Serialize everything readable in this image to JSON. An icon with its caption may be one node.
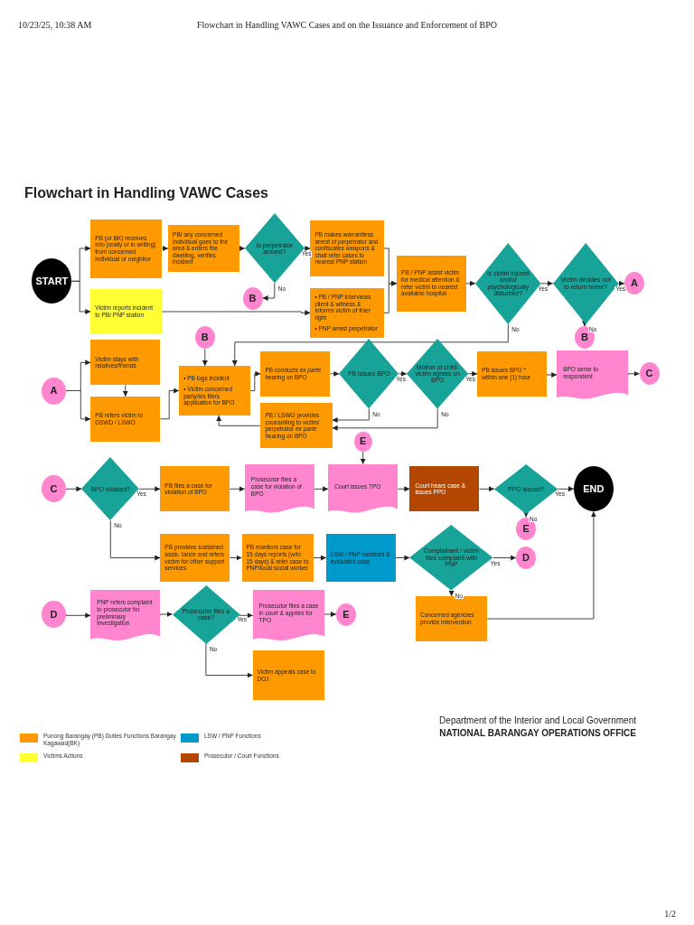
{
  "diagram": {
    "title": "Flowchart in Handling VAWC Cases",
    "nodes": [
      {
        "text": [
          "START"
        ]
      },
      {
        "text": [
          "PB (or BK) receives info (orally or in writing) from concerned individual or neighbor"
        ]
      },
      {
        "text": [
          "PB/ any concerned individual goes to the area & enters the dwelling, verifies incident"
        ]
      },
      {
        "text": [
          "Is perpetrator around?"
        ]
      },
      {
        "text": [
          "B"
        ]
      },
      {
        "text": [
          "Victim reports incident to PB/ PNP station"
        ]
      },
      {
        "text": [
          "PB makes warrantless arrest of perpetrator and confiscates weapons & shall refer cases to nearest PNP station"
        ]
      },
      {
        "text": [
          "• PB / PNP interviews client & witness & informs victim of thier right",
          "• PNP arrest perpetrator"
        ]
      },
      {
        "text": [
          "PB / PNP assist victim for medical attention & refer victim to nearest available hospital"
        ]
      },
      {
        "text": [
          "Is victim injured and/or psychologically disturbed?"
        ]
      },
      {
        "text": [
          "Victim decides not to return home?"
        ]
      },
      {
        "text": [
          "A"
        ]
      },
      {
        "text": [
          "B"
        ]
      },
      {
        "text": [
          "A"
        ]
      },
      {
        "text": [
          "Victim stays with relatives/friends"
        ]
      },
      {
        "text": [
          "PB refers victim to DSWD / LSWO"
        ]
      },
      {
        "text": [
          "B"
        ]
      },
      {
        "text": [
          "• PB logs incident",
          "• Victim concerned party/ies file/s application for BPO"
        ]
      },
      {
        "text": [
          "PB conducts *ex parte* hearing on BPO"
        ]
      },
      {
        "text": [
          "PB / LSWO provides counselling to victim/ perpetrator *ex parte* hearing on BPO"
        ]
      },
      {
        "text": [
          "PB issues BPO"
        ]
      },
      {
        "text": [
          "Mother of child-victim agrees on BPO"
        ]
      },
      {
        "text": [
          "PB issues BPO * within one (1) hour"
        ]
      },
      {
        "text": [
          "BPO serve to respondent"
        ]
      },
      {
        "text": [
          "C"
        ]
      },
      {
        "text": [
          "E"
        ]
      },
      {
        "text": [
          "C"
        ]
      },
      {
        "text": [
          "BPO violated?"
        ]
      },
      {
        "text": [
          "PB files a case for violation of BPO"
        ]
      },
      {
        "text": [
          "Prosecutor files a case for violation of BPO"
        ]
      },
      {
        "text": [
          "Court issues TPO"
        ]
      },
      {
        "text": [
          "Court hears case & issues PPO"
        ]
      },
      {
        "text": [
          "PPO issued?"
        ]
      },
      {
        "text": [
          "END"
        ]
      },
      {
        "text": [
          "E"
        ]
      },
      {
        "text": [
          "PB provides sustained assis- tance and refers victim for other support services"
        ]
      },
      {
        "text": [
          "PB monitors case for 15 days reports (w/in 15 days) & refer case to PNP/local social worker"
        ]
      },
      {
        "text": [
          "LSW / PNP monitors & evaluates case"
        ]
      },
      {
        "text": [
          "Complainant / victim files complaint with PNP"
        ]
      },
      {
        "text": [
          "D"
        ]
      },
      {
        "text": [
          "Concerned agencies provide intervention"
        ]
      },
      {
        "text": [
          "D"
        ]
      },
      {
        "text": [
          "PNP refers complaint to prosecutor for preliminary investigation"
        ]
      },
      {
        "text": [
          "Prosecutor files a case?"
        ]
      },
      {
        "text": [
          "Prosecutor files a case in court & applies for TPO"
        ]
      },
      {
        "text": [
          "E"
        ]
      },
      {
        "text": [
          "Victim appeals case to DOJ"
        ]
      }
    ],
    "edges": [
      {
        "from": 0,
        "to": 1,
        "arrow": "to"
      },
      {
        "from": 0,
        "to": 5,
        "arrow": "to"
      },
      {
        "from": 1,
        "to": 2,
        "arrow": "to"
      },
      {
        "from": 2,
        "to": 3,
        "arrow": "to"
      },
      {
        "from": 3,
        "to": 6,
        "arrow": "to",
        "label": "Yes"
      },
      {
        "from": 3,
        "to": 4,
        "arrow": "to",
        "label": "No"
      },
      {
        "from": 5,
        "to": 7,
        "arrow": "to"
      },
      {
        "from": 6,
        "to": 8,
        "arrow": "to"
      },
      {
        "from": 7,
        "to": 8,
        "arrow": "to"
      },
      {
        "from": 8,
        "to": 9,
        "arrow": "to"
      },
      {
        "from": 9,
        "to": 10,
        "arrow": "to",
        "label": "Yes"
      },
      {
        "from": 9,
        "to": 17,
        "arrow": "to",
        "label": "No"
      },
      {
        "from": 10,
        "to": 11,
        "arrow": "to",
        "label": "Yes"
      },
      {
        "from": 10,
        "to": 12,
        "arrow": "to",
        "label": "No"
      },
      {
        "from": 13,
        "to": 14,
        "arrow": "to"
      },
      {
        "from": 13,
        "to": 15,
        "arrow": "to"
      },
      {
        "from": 14,
        "to": 15,
        "arrow": "to"
      },
      {
        "from": 15,
        "to": 17,
        "arrow": "to"
      },
      {
        "from": 16,
        "to": 17,
        "arrow": "to"
      },
      {
        "from": 17,
        "to": 18,
        "arrow": "to"
      },
      {
        "from": 18,
        "to": 20,
        "arrow": "to"
      },
      {
        "from": 20,
        "to": 21,
        "arrow": "to",
        "label": "Yes"
      },
      {
        "from": 20,
        "to": 19,
        "arrow": "to",
        "label": "No"
      },
      {
        "from": 21,
        "to": 19,
        "arrow": "to",
        "label": "No"
      },
      {
        "from": 19,
        "to": 17,
        "arrow": "to"
      },
      {
        "from": 21,
        "to": 22,
        "arrow": "to",
        "label": "Yes"
      },
      {
        "from": 22,
        "to": 23,
        "arrow": "to"
      },
      {
        "from": 23,
        "to": 24,
        "arrow": "to"
      },
      {
        "from": 25,
        "to": 30,
        "arrow": "to"
      },
      {
        "from": 26,
        "to": 27,
        "arrow": "to"
      },
      {
        "from": 27,
        "to": 28,
        "arrow": "to",
        "label": "Yes"
      },
      {
        "from": 27,
        "to": 35,
        "arrow": "to",
        "label": "No"
      },
      {
        "from": 28,
        "to": 29,
        "arrow": "to"
      },
      {
        "from": 29,
        "to": 30,
        "arrow": "to"
      },
      {
        "from": 30,
        "to": 31,
        "arrow": "to"
      },
      {
        "from": 31,
        "to": 32,
        "arrow": "to"
      },
      {
        "from": 32,
        "to": 33,
        "arrow": "to",
        "label": "Yes"
      },
      {
        "from": 32,
        "to": 34,
        "arrow": "to",
        "label": "No"
      },
      {
        "from": 35,
        "to": 36,
        "arrow": "to"
      },
      {
        "from": 36,
        "to": 37,
        "arrow": "to"
      },
      {
        "from": 37,
        "to": 38,
        "arrow": "to"
      },
      {
        "from": 38,
        "to": 39,
        "arrow": "to",
        "label": "Yes"
      },
      {
        "from": 38,
        "to": 40,
        "arrow": "to",
        "label": "No"
      },
      {
        "from": 40,
        "to": 33,
        "arrow": "to"
      },
      {
        "from": 41,
        "to": 42,
        "arrow": "to"
      },
      {
        "from": 42,
        "to": 43,
        "arrow": "to"
      },
      {
        "from": 43,
        "to": 44,
        "arrow": "to",
        "label": "Yes"
      },
      {
        "from": 43,
        "to": 46,
        "arrow": "to",
        "label": "No"
      },
      {
        "from": 44,
        "to": 45,
        "arrow": "to"
      }
    ],
    "labels": [
      "10/23/25, 10:38 AM",
      "Flowchart in Handling VAWC Cases and on the Issuance and Enforcement of BPO",
      "Department of the Interior and Local Government",
      "NATIONAL BARANGAY OPERATIONS OFFICE",
      "1/2"
    ],
    "legend": [
      {
        "text": "Punong Barangay (PB) Duties Functions Barangay Kagawad(BK)",
        "color": "#ff9900"
      },
      {
        "text": "Victims Actions",
        "color": "#ffff33"
      },
      {
        "text": "LSW / PNP Functions",
        "color": "#0099cc"
      },
      {
        "text": "Prosecutor / Court Functions",
        "color": "#b34700"
      }
    ]
  }
}
